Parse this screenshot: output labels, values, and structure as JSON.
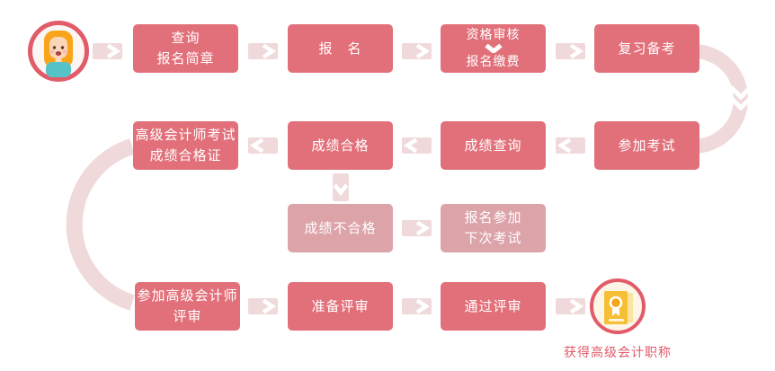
{
  "palette": {
    "box": "#e2707a",
    "box-light": "#dca3a9",
    "connector": "#f0d9da",
    "accent": "#e25b69",
    "caption": "#e05a68",
    "avatar-bg": "#fbf5f4",
    "avatar-hair": "#f9a51b",
    "avatar-skin": "#fcd6b8",
    "avatar-shirt": "#56c3c9",
    "cert-bg": "#fdf5e6",
    "cert-gold": "#f7bf33",
    "cert-gold-light": "#fbe3a0",
    "cert-medal": "#f2a71b"
  },
  "steps": {
    "s1": "查询\n报名简章",
    "s2": "报　名",
    "s3a": "资格审核",
    "s3b": "报名缴费",
    "s4": "复习备考",
    "s5": "参加考试",
    "s6": "成绩查询",
    "s7": "成绩合格",
    "s8": "高级会计师考试\n成绩合格证",
    "f1": "成绩不合格",
    "f2": "报名参加\n下次考试",
    "s9": "参加高级会计师\n评审",
    "s10": "准备评审",
    "s11": "通过评审",
    "result": "获得高级会计职称"
  }
}
